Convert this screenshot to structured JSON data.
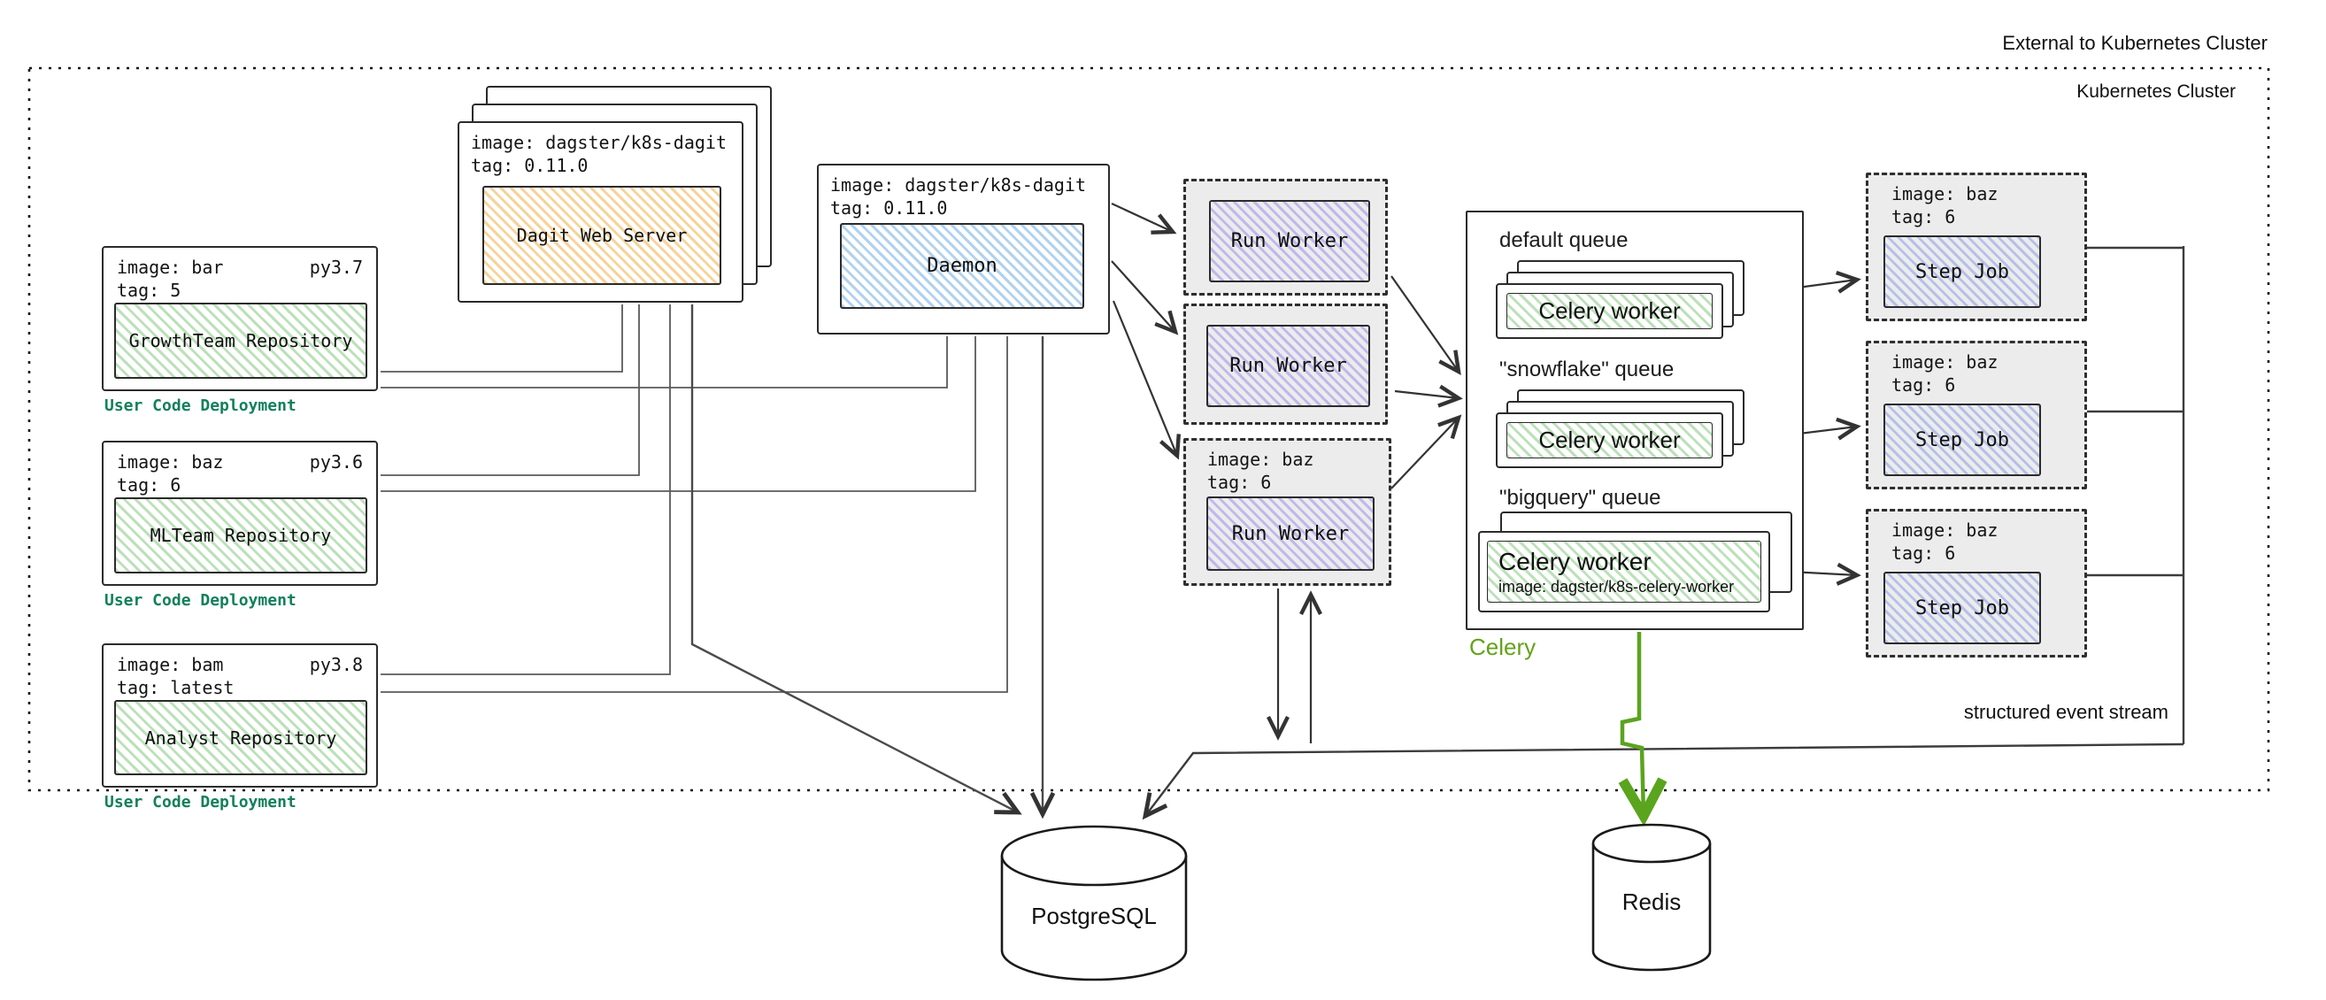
{
  "boundary": {
    "external_label": "External to Kubernetes Cluster",
    "cluster_label": "Kubernetes Cluster"
  },
  "user_code_deployments": [
    {
      "image": "image: bar",
      "py": "py3.7",
      "tag": "tag: 5",
      "repo": "GrowthTeam Repository",
      "caption": "User Code Deployment"
    },
    {
      "image": "image: baz",
      "py": "py3.6",
      "tag": "tag: 6",
      "repo": "MLTeam Repository",
      "caption": "User Code Deployment"
    },
    {
      "image": "image: bam",
      "py": "py3.8",
      "tag": "tag: latest",
      "repo": "Analyst Repository",
      "caption": "User Code Deployment"
    }
  ],
  "dagit": {
    "image": "image: dagster/k8s-dagit",
    "tag": "tag: 0.11.0",
    "title": "Dagit Web Server"
  },
  "daemon": {
    "image": "image: dagster/k8s-dagit",
    "tag": "tag: 0.11.0",
    "title": "Daemon"
  },
  "run_workers": [
    {
      "title": "Run Worker"
    },
    {
      "title": "Run Worker"
    },
    {
      "image": "image: baz",
      "tag": "tag: 6",
      "title": "Run Worker"
    }
  ],
  "celery": {
    "label": "Celery",
    "queues": [
      {
        "label": "default queue",
        "worker": "Celery worker"
      },
      {
        "label": "\"snowflake\" queue",
        "worker": "Celery worker"
      },
      {
        "label": "\"bigquery\" queue",
        "worker": "Celery worker",
        "worker_image": "image: dagster/k8s-celery-worker"
      }
    ]
  },
  "step_jobs": [
    {
      "image": "image: baz",
      "tag": "tag: 6",
      "title": "Step Job"
    },
    {
      "image": "image: baz",
      "tag": "tag: 6",
      "title": "Step Job"
    },
    {
      "image": "image: baz",
      "tag": "tag: 6",
      "title": "Step Job"
    }
  ],
  "databases": {
    "postgres": "PostgreSQL",
    "redis": "Redis"
  },
  "annotations": {
    "event_stream": "structured event stream"
  },
  "colors": {
    "caption_green": "#12805c",
    "celery_green": "#63a318",
    "arrow_green": "#5aa41e",
    "hatch_green": "#79c373",
    "hatch_orange": "#f0af46",
    "hatch_blue": "#64a5dc",
    "hatch_purple": "#8c78eb",
    "hatch_step_blue": "#738ce6",
    "box_border": "#2b2b2b",
    "dashed_box_bg": "#ececec",
    "wire_gray": "#555555"
  }
}
